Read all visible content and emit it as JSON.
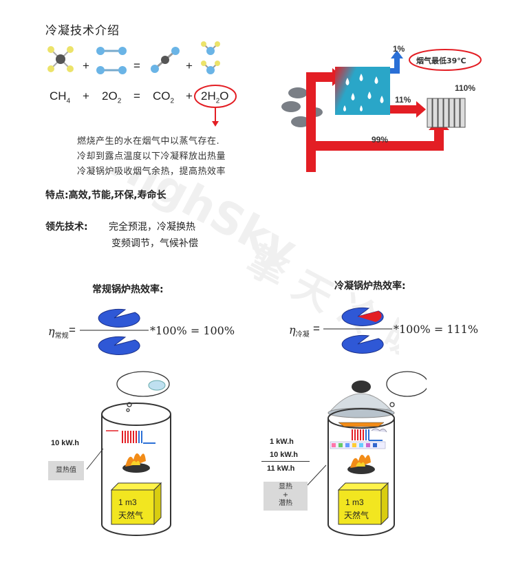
{
  "title": "冷凝技术介绍",
  "equation": {
    "ch4": "CH",
    "ch4_sub": "4",
    "plus1": "+",
    "o2_coef": "2O",
    "o2_sub": "2",
    "equals": "=",
    "co2": "CO",
    "co2_sub": "2",
    "plus2": "+",
    "h2o_a": "2H",
    "h2o_sub": "2",
    "h2o_b": "O"
  },
  "notes": [
    "燃烧产生的水在烟气中以蒸气存在.",
    "冷却到露点温度以下冷凝释放出热量",
    "冷凝锅炉吸收烟气余热，提高热效率"
  ],
  "features": "特点:高效,节能,环保,寿命长",
  "tech_label": "领先技术:",
  "tech_line1": "完全预混，冷凝换热",
  "tech_line2": "变频调节，气候补偿",
  "flow": {
    "pct_top": "1%",
    "flue_label": "烟气最低39℃",
    "pct_mid": "11%",
    "pct_total": "110%",
    "pct_bottom": "99%"
  },
  "left_boiler": {
    "heading": "常规锅炉热效率:",
    "eta_sub": "常规",
    "formula": "*100% = 100%",
    "energy": "10 kW.h",
    "box_label": "显热值",
    "gas_volume": "1 m3",
    "gas_name": "天然气"
  },
  "right_boiler": {
    "heading": "冷凝锅炉热效率:",
    "eta_sub": "冷凝",
    "formula": "*100% = 111%",
    "energy_1": "1 kW.h",
    "energy_2": "10 kW.h",
    "energy_total": "11 kW.h",
    "box_line1": "显热",
    "box_line2": "+",
    "box_line3": "潜热",
    "gas_volume": "1 m3",
    "gas_name": "天然气"
  },
  "watermark": "HighSky 擎天冷暖",
  "colors": {
    "red": "#e31e24",
    "blue": "#2a6fd6",
    "teal": "#2aa6c8",
    "yellow": "#f2e620"
  }
}
